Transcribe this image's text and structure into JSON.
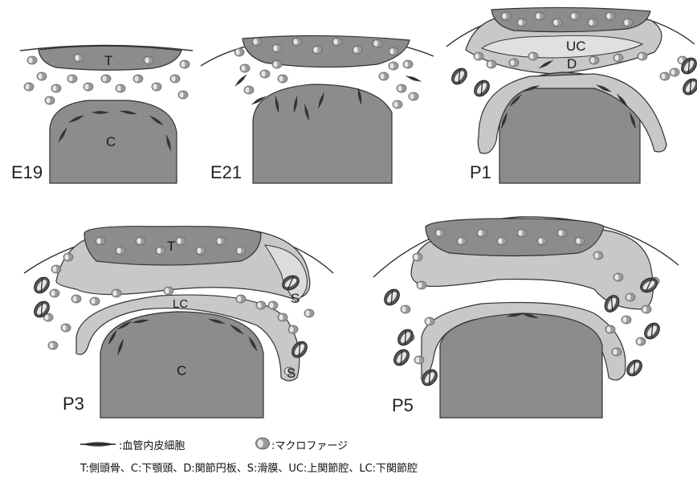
{
  "panels": {
    "e19": {
      "label": "E19",
      "temporal": "T",
      "condyle": "C"
    },
    "e21": {
      "label": "E21"
    },
    "p1": {
      "label": "P1",
      "upper_cavity": "UC",
      "disc": "D"
    },
    "p3": {
      "label": "P3",
      "temporal": "T",
      "lower_cavity": "LC",
      "condyle": "C",
      "synovium_1": "S",
      "synovium_2": "S"
    },
    "p5": {
      "label": "P5"
    }
  },
  "legend": {
    "endothelial": ":血管内皮細胞",
    "macrophage": ":マクロファージ",
    "abbrev": "T:側頭骨、C:下顎頭、D:関節円板、S:滑膜、UC:上関節腔、LC:下関節腔"
  },
  "colors": {
    "bone": "#8c8c8c",
    "disc": "#c8c8c8",
    "outline": "#333333",
    "cell_dark": "#555555",
    "cell_light": "#dddddd",
    "background": "#ffffff"
  }
}
